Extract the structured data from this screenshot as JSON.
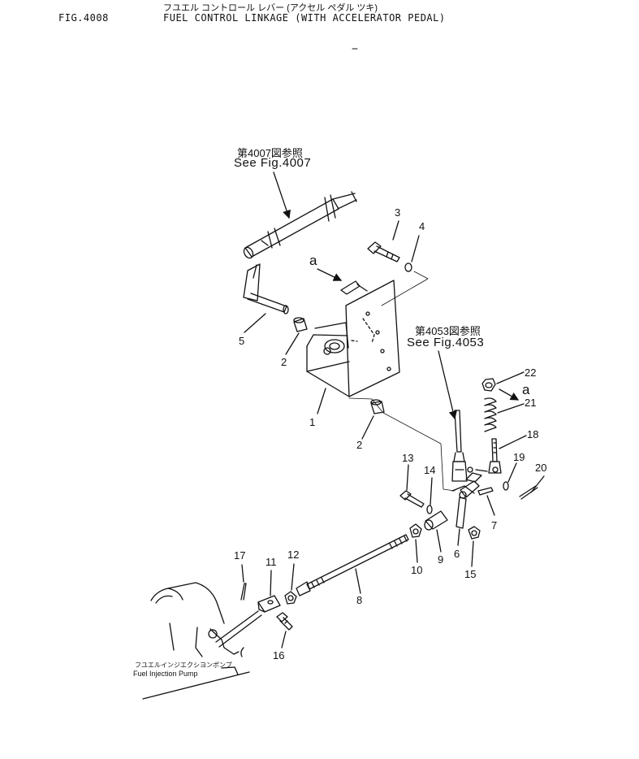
{
  "header": {
    "fig_number": "FIG.4008",
    "title_jp": "フユエル コントロール レバー (アクセル ペダル ツキ)",
    "title_en": "FUEL CONTROL LINKAGE (WITH ACCELERATOR PEDAL)"
  },
  "references": [
    {
      "jp": "第4007図参照",
      "en": "See Fig.4007"
    },
    {
      "jp": "第4053図参照",
      "en": "See Fig.4053"
    }
  ],
  "pump_label": {
    "jp": "フユエルインジエクシヨンポンプ",
    "en": "Fuel Injection Pump"
  },
  "view_marker": "a",
  "part_numbers": [
    "1",
    "2",
    "2",
    "3",
    "4",
    "5",
    "6",
    "7",
    "8",
    "9",
    "10",
    "11",
    "12",
    "13",
    "14",
    "15",
    "16",
    "17",
    "18",
    "19",
    "20",
    "21",
    "22"
  ]
}
